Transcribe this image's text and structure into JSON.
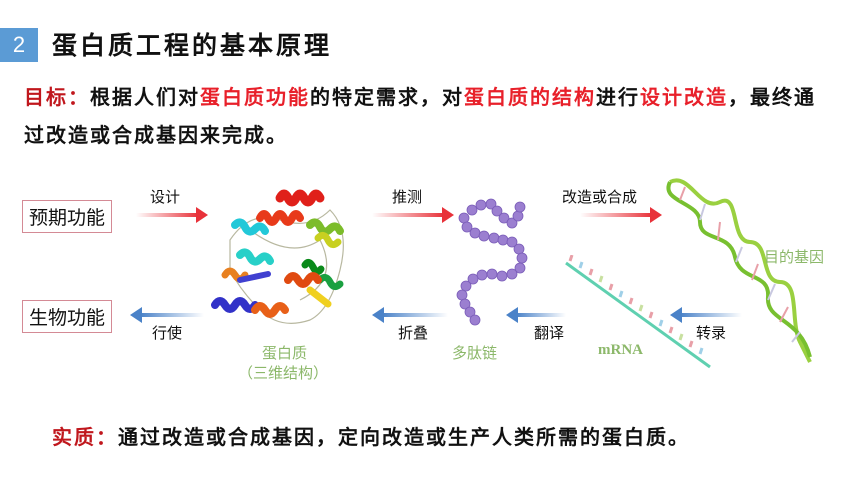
{
  "header": {
    "section_number": "2",
    "title": "蛋白质工程的基本原理"
  },
  "goal": {
    "label": "目标：",
    "parts": [
      {
        "text": "根据人们对",
        "color": "black"
      },
      {
        "text": "蛋白质功能",
        "color": "red"
      },
      {
        "text": "的特定需求，对",
        "color": "black"
      },
      {
        "text": "蛋白质的结构",
        "color": "red"
      },
      {
        "text": "进行",
        "color": "black"
      },
      {
        "text": "设计改造",
        "color": "red"
      },
      {
        "text": "，最终通过改造或合成基因来完成。",
        "color": "black"
      }
    ]
  },
  "diagram": {
    "boxes": {
      "expected_function": "预期功能",
      "biological_function": "生物功能"
    },
    "arrows": {
      "design": "设计",
      "infer": "推测",
      "modify_or_synthesize": "改造或合成",
      "exercise": "行使",
      "fold": "折叠",
      "translate": "翻译",
      "transcribe": "转录"
    },
    "labels": {
      "protein": "蛋白质",
      "protein_sub": "（三维结构）",
      "polypeptide": "多肽链",
      "mrna": "mRNA",
      "target_gene": "目的基因"
    },
    "colors": {
      "forward_arrow": "#e8323a",
      "backward_arrow": "#4a82c8",
      "green_label": "#8cb86a",
      "chain_bead": "#9b7fd0",
      "box_border": "#d48a95",
      "badge": "#5b9bd5"
    }
  },
  "essence": {
    "label": "实质：",
    "text": "通过改造或合成基因，定向改造或生产人类所需的蛋白质。"
  }
}
